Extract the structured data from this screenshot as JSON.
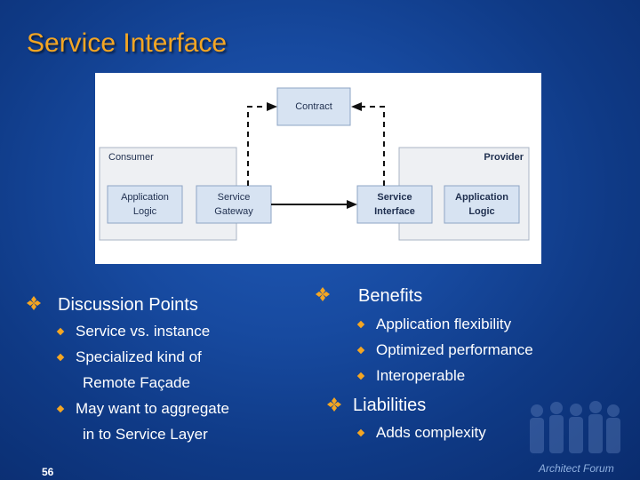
{
  "slide": {
    "title": "Service Interface",
    "page_number": "56",
    "logo_text": "Architect Forum"
  },
  "diagram": {
    "contract": "Contract",
    "consumer": "Consumer",
    "provider": "Provider",
    "app_logic_consumer_1": "Application",
    "app_logic_consumer_2": "Logic",
    "service_gateway_1": "Service",
    "service_gateway_2": "Gateway",
    "service_interface_1": "Service",
    "service_interface_2": "Interface",
    "app_logic_provider_1": "Application",
    "app_logic_provider_2": "Logic"
  },
  "left_column": {
    "heading": "Discussion Points",
    "items": [
      "Service vs. instance",
      "Specialized kind of",
      "Remote Façade",
      "May want to aggregate",
      "in to Service Layer"
    ]
  },
  "right_column": {
    "benefits_heading": "Benefits",
    "benefits": [
      "Application flexibility",
      "Optimized performance",
      "Interoperable"
    ],
    "liabilities_heading": "Liabilities",
    "liabilities": [
      "Adds complexity"
    ]
  },
  "colors": {
    "accent": "#f4a623",
    "background": "#174aa0"
  }
}
